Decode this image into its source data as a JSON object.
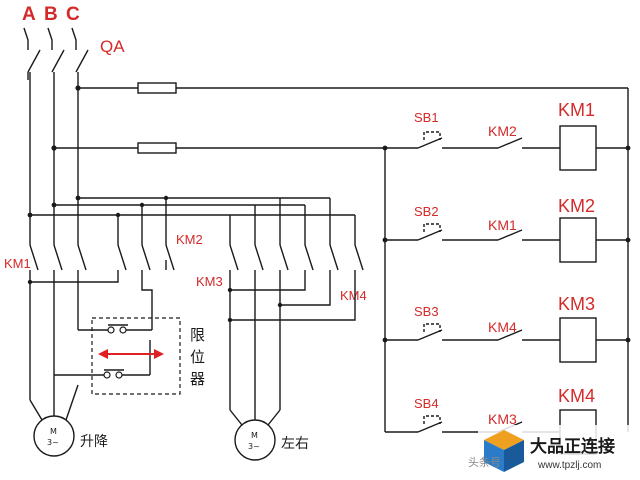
{
  "phases": [
    "A",
    "B",
    "C"
  ],
  "breaker": "QA",
  "pushbuttons": [
    "SB1",
    "SB2",
    "SB3",
    "SB4"
  ],
  "interlocks": [
    "KM2",
    "KM1",
    "KM4",
    "KM3"
  ],
  "coils": [
    "KM1",
    "KM2",
    "KM3",
    "KM4"
  ],
  "main_contactors": {
    "km1": "KM1",
    "km2": "KM2",
    "km3": "KM3",
    "km4": "KM4"
  },
  "limit_label": [
    "限",
    "位",
    "器"
  ],
  "motors": {
    "m1_symbol": "M",
    "m1_sub": "3~",
    "m1_label": "升降",
    "m2_symbol": "M",
    "m2_sub": "3~",
    "m2_label": "左右"
  },
  "watermark": {
    "brand": "大品正连接",
    "url": "www.tpzlj.com",
    "prefix": "头条号"
  },
  "colors": {
    "label_red": "#d42a2a",
    "wire": "#1a1a1a",
    "arrow": "#e02020"
  }
}
